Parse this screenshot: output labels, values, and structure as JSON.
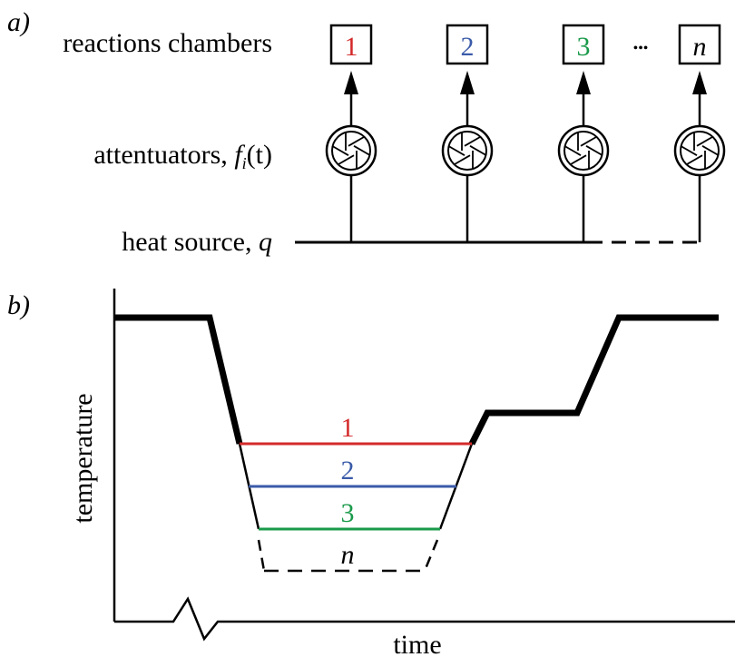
{
  "panel_a": {
    "label": "a)",
    "chambers_label": "reactions chambers",
    "attenuators_label_prefix": "attentuators, ",
    "attenuators_f": "f",
    "attenuators_sub": "i",
    "attenuators_arg": "(t)",
    "heat_source_prefix": "heat source, ",
    "heat_source_q": "q",
    "ellipsis": "•••",
    "chambers": [
      {
        "label": "1",
        "color": "#d42a2a",
        "italic": false
      },
      {
        "label": "2",
        "color": "#3a5ba8",
        "italic": false
      },
      {
        "label": "3",
        "color": "#1a9a4a",
        "italic": false
      },
      {
        "label": "n",
        "color": "#000000",
        "italic": true
      }
    ]
  },
  "panel_b": {
    "label": "b)",
    "y_axis_label": "temperature",
    "x_axis_label": "time",
    "levels": [
      {
        "label": "1",
        "color": "#d42a2a",
        "italic": false,
        "dashed": false
      },
      {
        "label": "2",
        "color": "#3a5ba8",
        "italic": false,
        "dashed": false
      },
      {
        "label": "3",
        "color": "#1a9a4a",
        "italic": false,
        "dashed": false
      },
      {
        "label": "n",
        "color": "#000000",
        "italic": true,
        "dashed": true
      }
    ]
  }
}
